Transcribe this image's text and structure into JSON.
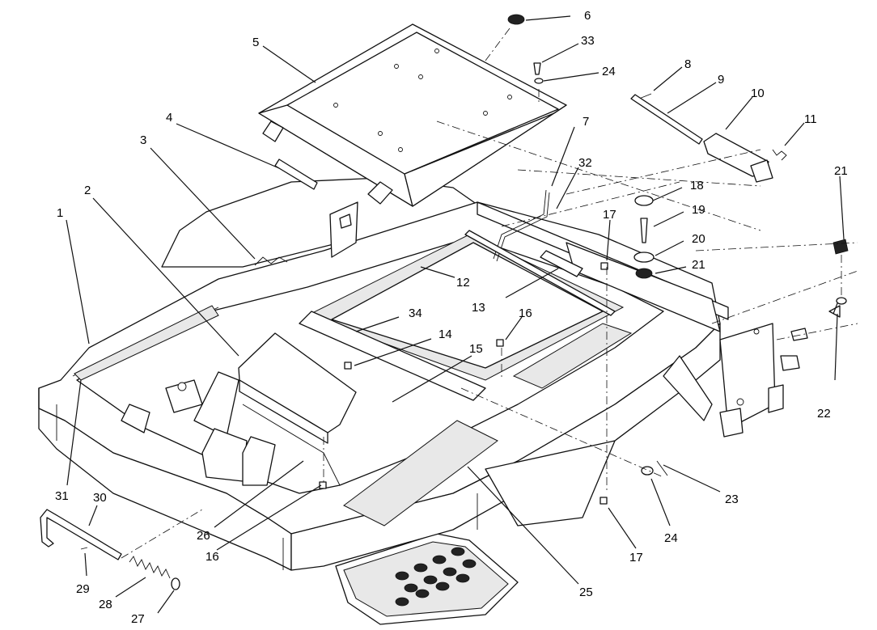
{
  "callouts": [
    {
      "id": "c1",
      "text": "1"
    },
    {
      "id": "c2",
      "text": "2"
    },
    {
      "id": "c3",
      "text": "3"
    },
    {
      "id": "c4",
      "text": "4"
    },
    {
      "id": "c5",
      "text": "5"
    },
    {
      "id": "c6",
      "text": "6"
    },
    {
      "id": "c7",
      "text": "7"
    },
    {
      "id": "c8",
      "text": "8"
    },
    {
      "id": "c9",
      "text": "9"
    },
    {
      "id": "c10",
      "text": "10"
    },
    {
      "id": "c11",
      "text": "11"
    },
    {
      "id": "c12",
      "text": "12"
    },
    {
      "id": "c13",
      "text": "13"
    },
    {
      "id": "c14",
      "text": "14"
    },
    {
      "id": "c15",
      "text": "15"
    },
    {
      "id": "c16a",
      "text": "16"
    },
    {
      "id": "c16b",
      "text": "16"
    },
    {
      "id": "c17a",
      "text": "17"
    },
    {
      "id": "c17b",
      "text": "17"
    },
    {
      "id": "c18",
      "text": "18"
    },
    {
      "id": "c19",
      "text": "19"
    },
    {
      "id": "c20",
      "text": "20"
    },
    {
      "id": "c21a",
      "text": "21"
    },
    {
      "id": "c21b",
      "text": "21"
    },
    {
      "id": "c22",
      "text": "22"
    },
    {
      "id": "c23",
      "text": "23"
    },
    {
      "id": "c24a",
      "text": "24"
    },
    {
      "id": "c24b",
      "text": "24"
    },
    {
      "id": "c25",
      "text": "25"
    },
    {
      "id": "c26",
      "text": "26"
    },
    {
      "id": "c27",
      "text": "27"
    },
    {
      "id": "c28",
      "text": "28"
    },
    {
      "id": "c29",
      "text": "29"
    },
    {
      "id": "c30",
      "text": "30"
    },
    {
      "id": "c31",
      "text": "31"
    },
    {
      "id": "c32",
      "text": "32"
    },
    {
      "id": "c33",
      "text": "33"
    },
    {
      "id": "c34",
      "text": "34"
    }
  ]
}
